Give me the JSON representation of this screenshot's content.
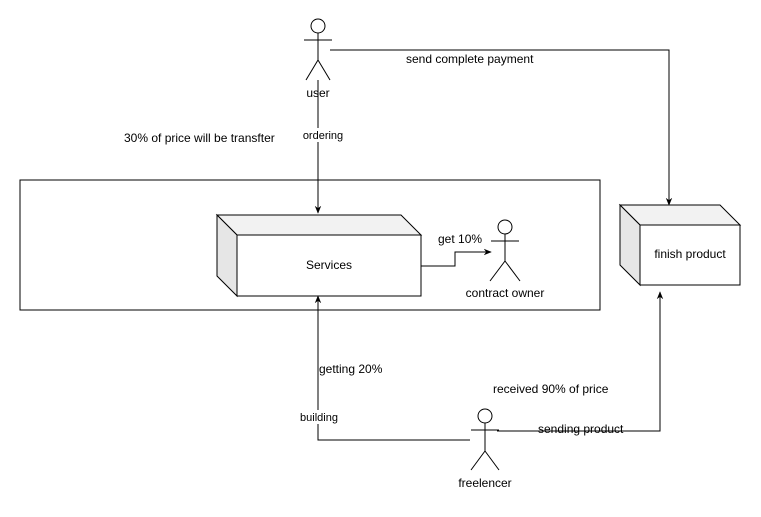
{
  "nodes": {
    "user": "user",
    "contract_owner": "contract owner",
    "freelencer": "freelencer",
    "services": "Services",
    "finish_product": "finish product"
  },
  "edges": {
    "ordering": "ordering",
    "send_complete_payment": "send complete payment",
    "get_10": "get 10%",
    "building": "building",
    "sending_product": "sending product"
  },
  "annotations": {
    "price_transfer": "30% of price will be transfter",
    "getting_20": "getting 20%",
    "received_90": "received 90% of price"
  }
}
